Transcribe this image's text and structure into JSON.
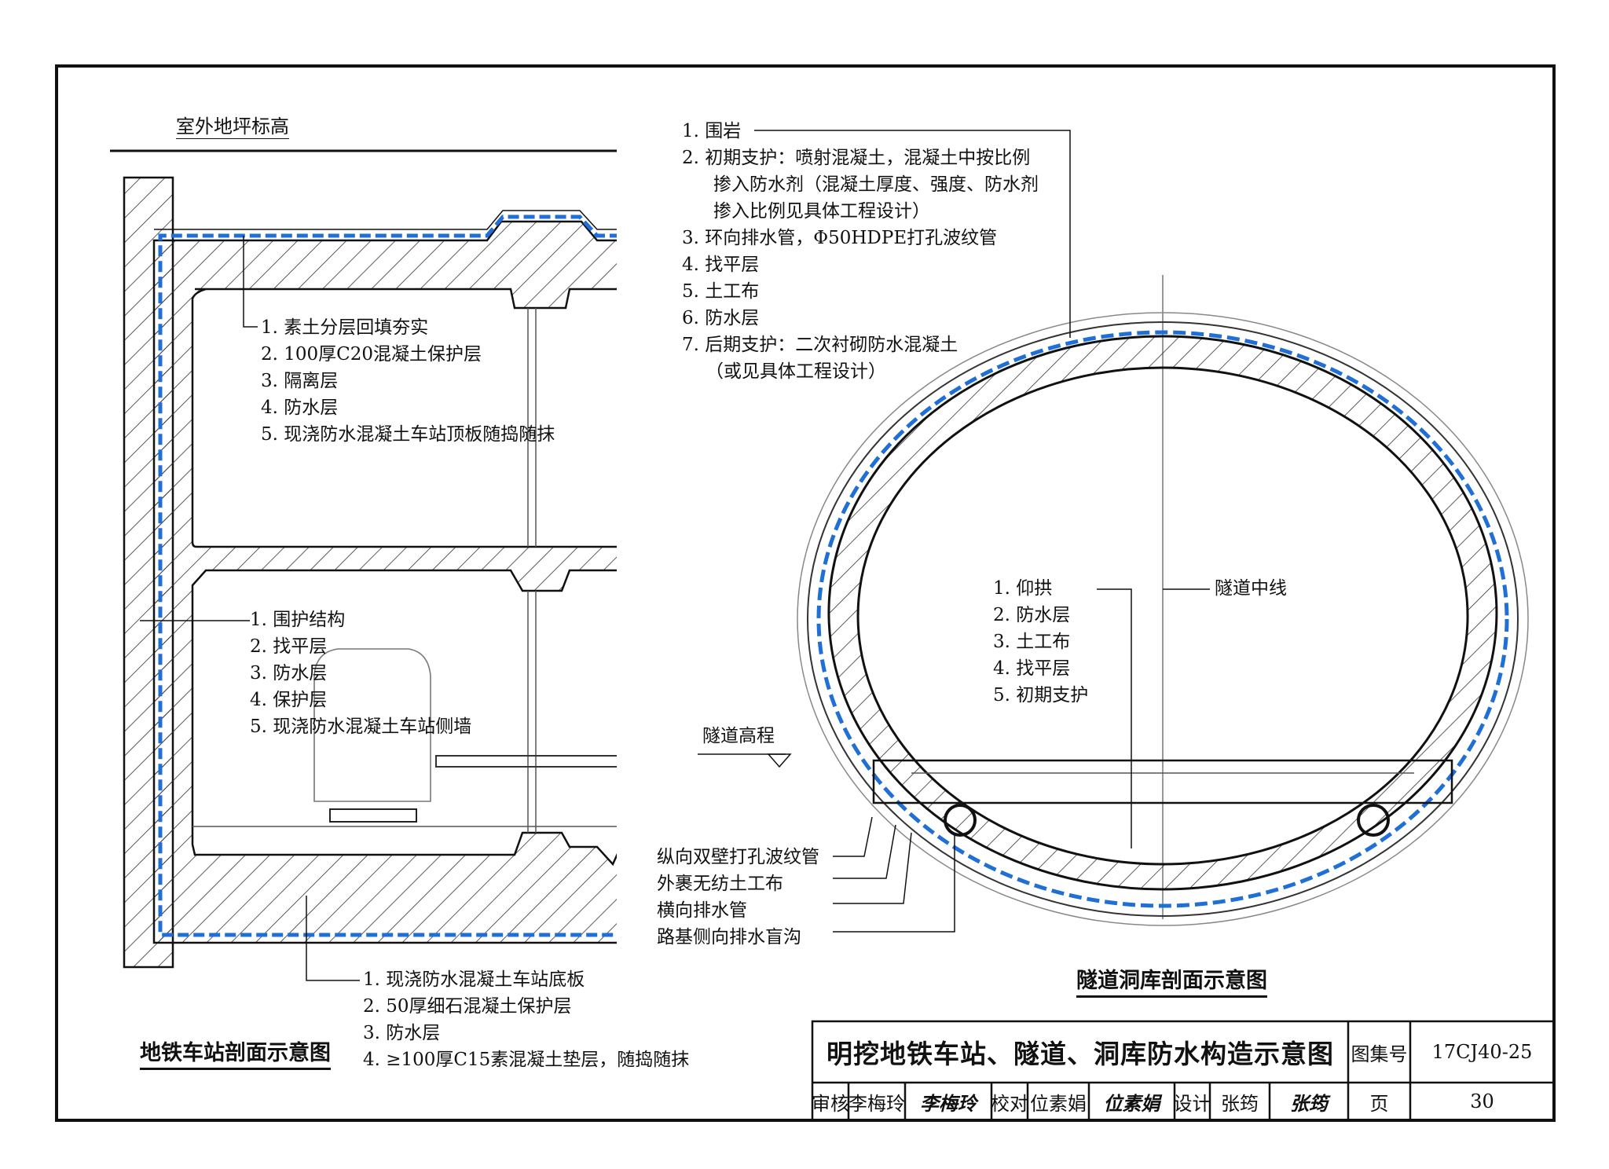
{
  "station": {
    "ground_label": "室外地坪标高",
    "roof_notes": [
      "1. 素土分层回填夯实",
      "2. 100厚C20混凝土保护层",
      "3. 隔离层",
      "4. 防水层",
      "5. 现浇防水混凝土车站顶板随捣随抹"
    ],
    "wall_notes": [
      "1. 围护结构",
      "2. 找平层",
      "3. 防水层",
      "4. 保护层",
      "5. 现浇防水混凝土车站侧墙"
    ],
    "floor_notes": [
      "1. 现浇防水混凝土车站底板",
      "2. 50厚细石混凝土保护层",
      "3. 防水层",
      "4. ≥100厚C15素混凝土垫层，随捣随抹"
    ],
    "title": "地铁车站剖面示意图"
  },
  "tunnel": {
    "top_notes": [
      "1. 围岩",
      "2. 初期支护：喷射混凝土，混凝土中按比例",
      "掺入防水剂（混凝土厚度、强度、防水剂",
      "掺入比例见具体工程设计）",
      "3. 环向排水管，Φ50HDPE打孔波纹管",
      "4. 找平层",
      "5. 土工布",
      "6. 防水层",
      "7. 后期支护：二次衬砌防水混凝土",
      "（或见具体工程设计）"
    ],
    "invert_notes": [
      "1. 仰拱",
      "2. 防水层",
      "3. 土工布",
      "4. 找平层",
      "5. 初期支护"
    ],
    "centerline_label": "隧道中线",
    "elevation_label": "隧道高程",
    "drain_notes": [
      "纵向双壁打孔波纹管",
      "外裹无纺土工布",
      "横向排水管",
      "路基侧向排水盲沟"
    ],
    "title": "隧道洞库剖面示意图"
  },
  "title_block": {
    "main_title": "明挖地铁车站、隧道、洞库防水构造示意图",
    "atlas_label": "图集号",
    "atlas_no": "17CJ40-25",
    "review_label": "审核",
    "reviewer": "李梅玲",
    "reviewer_sig": "李梅玲",
    "check_label": "校对",
    "checker": "位素娟",
    "checker_sig": "位素娟",
    "design_label": "设计",
    "designer": "张筠",
    "designer_sig": "张筠",
    "page_label": "页",
    "page_no": "30"
  },
  "colors": {
    "line": "#111111",
    "waterproof": "#1f6fd6"
  }
}
